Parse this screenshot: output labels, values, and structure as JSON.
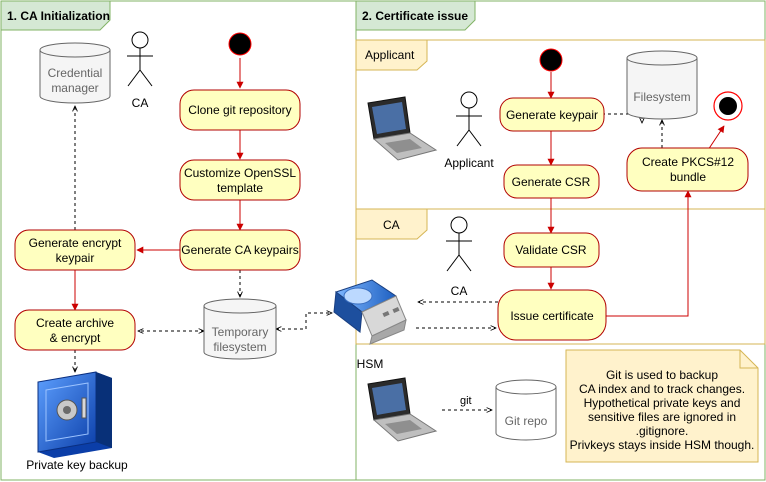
{
  "sections": {
    "ca_init": {
      "title": "1. CA Initialization"
    },
    "cert_issue": {
      "title": "2. Certificate issue"
    }
  },
  "lanes": {
    "applicant": "Applicant",
    "ca": "CA"
  },
  "actors": {
    "ca_left": "CA",
    "applicant": "Applicant",
    "ca_right": "CA"
  },
  "activities": {
    "clone": "Clone git repository",
    "customize_1": "Customize OpenSSL",
    "customize_2": "template",
    "gen_ca_keypairs": "Generate CA keypairs",
    "gen_encrypt_1": "Generate encrypt",
    "gen_encrypt_2": "keypair",
    "archive_1": "Create archive",
    "archive_2": "& encrypt",
    "gen_keypair": "Generate keypair",
    "gen_csr": "Generate CSR",
    "validate_csr": "Validate CSR",
    "issue_cert": "Issue certificate",
    "pkcs12_1": "Create PKCS#12",
    "pkcs12_2": "bundle"
  },
  "stores": {
    "credential_1": "Credential",
    "credential_2": "manager",
    "temp_1": "Temporary",
    "temp_2": "filesystem",
    "filesystem": "Filesystem",
    "git_repo": "Git repo"
  },
  "labels": {
    "hsm": "HSM",
    "backup": "Private key backup",
    "git_edge": "git"
  },
  "note": {
    "lines": [
      "Git is used to backup",
      "CA index and to track changes.",
      "Hypothetical private keys and",
      "sensitive files are ignored in",
      ".gitignore.",
      "Privkeys stays inside HSM though."
    ]
  },
  "colors": {
    "activity_fill": "#ffffc0",
    "activity_stroke": "#b20000",
    "flow": "#cc0000",
    "section_fill": "#d5e8d4",
    "section_stroke": "#82b366",
    "lane_fill": "#fff2cc",
    "lane_stroke": "#d6b656",
    "note_fill": "#fff2cc",
    "store_fill": "#f5f5f5",
    "store_stroke": "#666666"
  },
  "icons": [
    "actor-icon",
    "laptop-icon",
    "usb-hsm-icon",
    "safe-icon",
    "start-node-icon",
    "end-node-icon"
  ]
}
